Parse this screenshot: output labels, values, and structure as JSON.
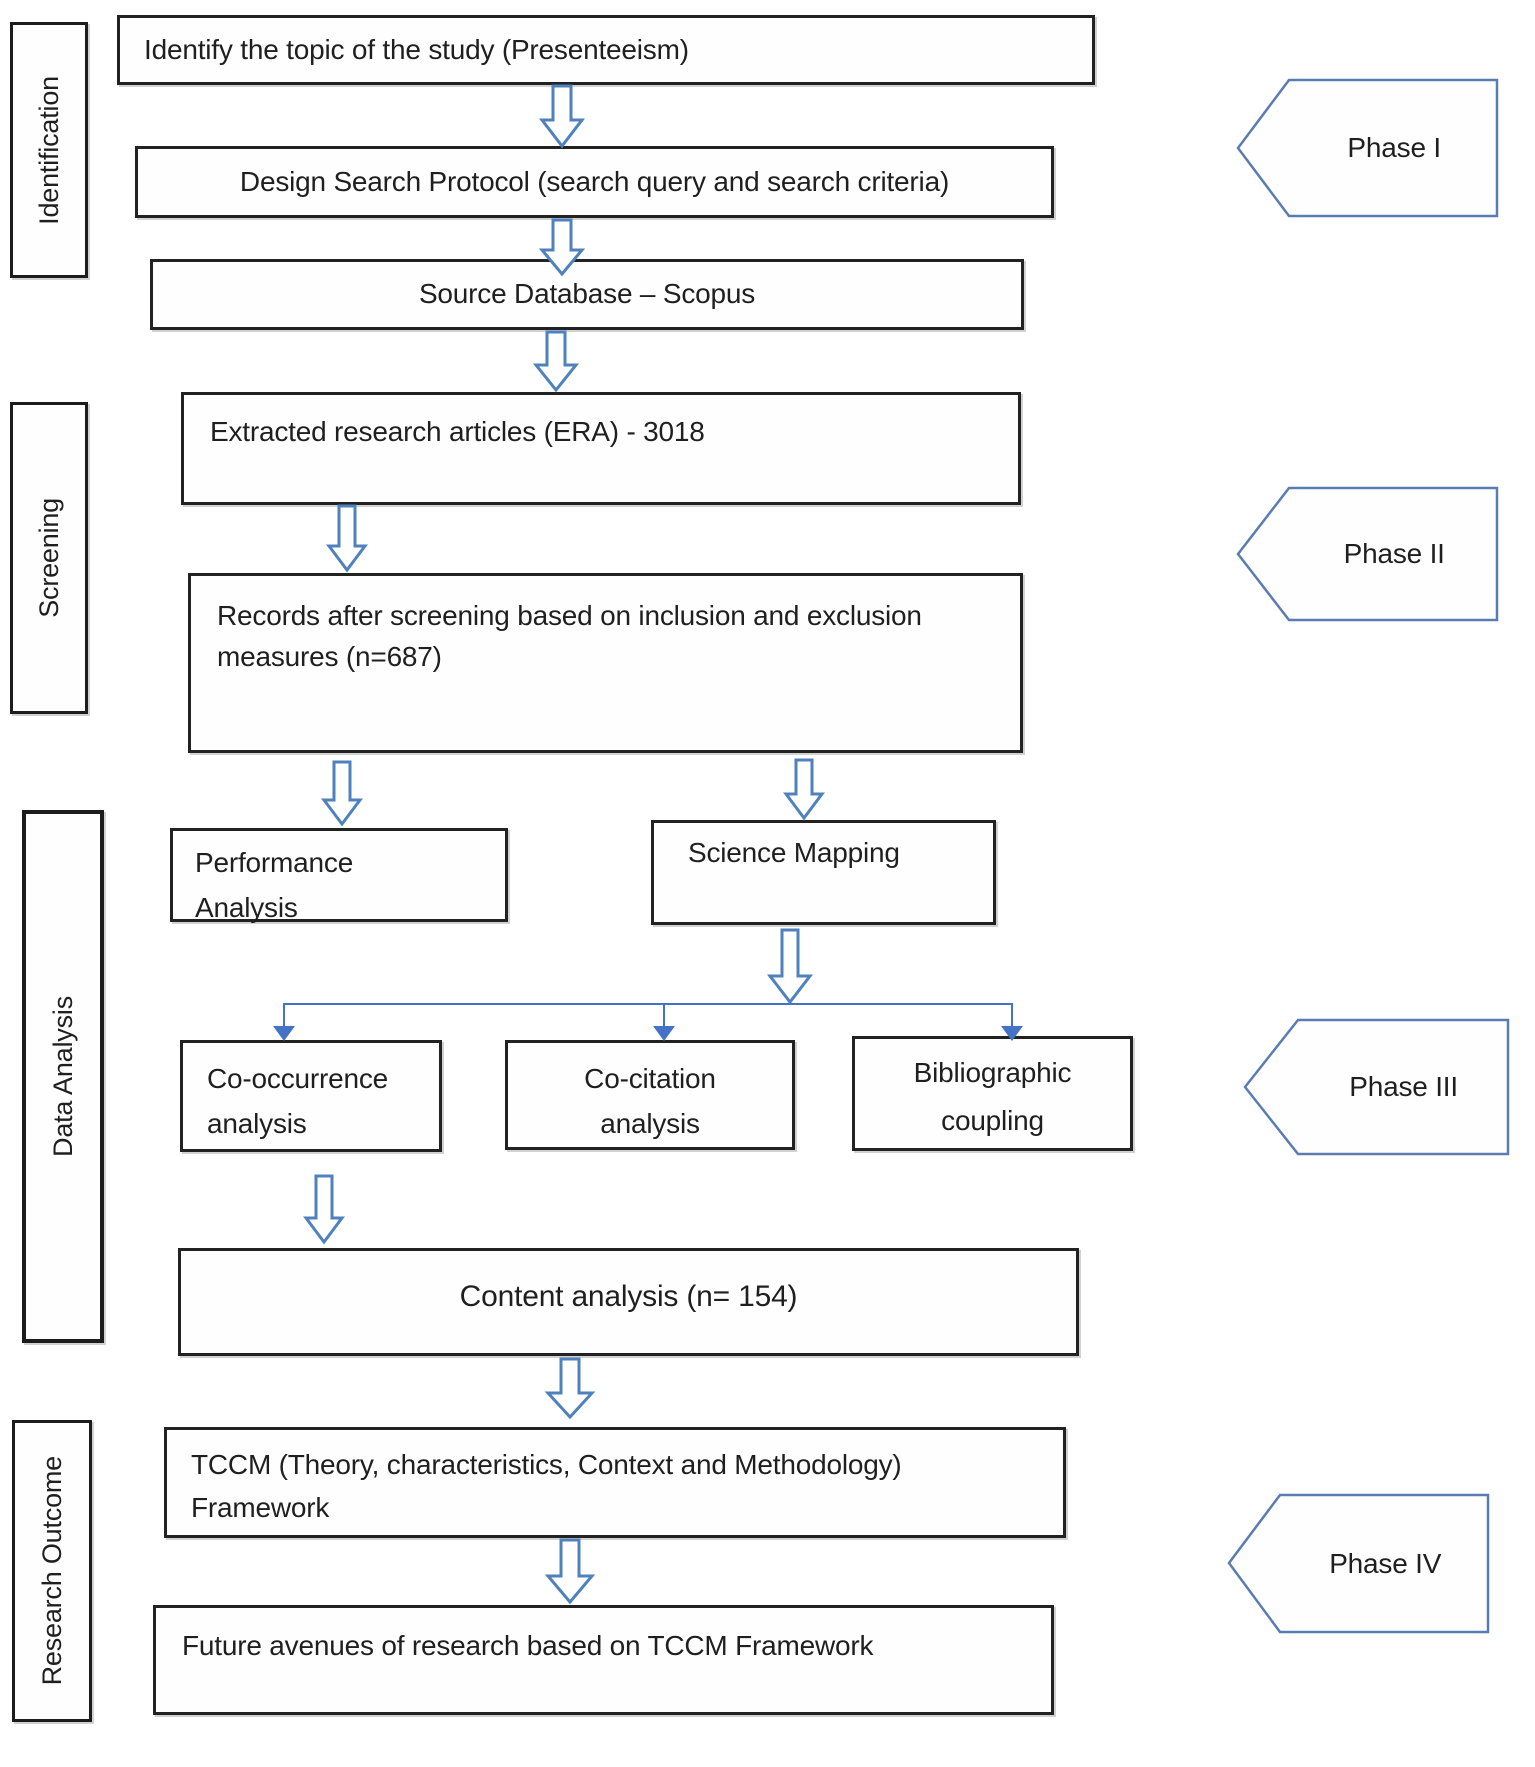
{
  "diagram": {
    "stages": [
      {
        "label": "Identification"
      },
      {
        "label": "Screening"
      },
      {
        "label": "Data Analysis"
      },
      {
        "label": "Research Outcome"
      }
    ],
    "boxes": [
      {
        "label": "Identify the topic of the study (Presenteeism)"
      },
      {
        "label": "Design Search Protocol (search query and search criteria)"
      },
      {
        "label": "Source Database – Scopus"
      },
      {
        "label": "Extracted research articles (ERA) - 3018"
      },
      {
        "label": "Records after screening based on inclusion and exclusion measures (n=687)"
      },
      {
        "label": "Performance Analysis"
      },
      {
        "label": "Science Mapping"
      },
      {
        "label": "Co-occurrence analysis"
      },
      {
        "label": "Co-citation analysis"
      },
      {
        "label": "Bibliographic coupling"
      },
      {
        "label": "Content analysis (n= 154)"
      },
      {
        "label": "TCCM (Theory, characteristics, Context and Methodology) Framework"
      },
      {
        "label": "Future avenues of research based on TCCM Framework"
      }
    ],
    "phases": [
      {
        "label": "Phase I"
      },
      {
        "label": "Phase II"
      },
      {
        "label": "Phase III"
      },
      {
        "label": "Phase IV"
      }
    ],
    "colors": {
      "box_border": "#222222",
      "text": "#1f1f1f",
      "arrow_outline": "#4f81bd",
      "connector": "#4472c4",
      "phase_border": "#5b7cb2",
      "background": "#ffffff"
    }
  }
}
